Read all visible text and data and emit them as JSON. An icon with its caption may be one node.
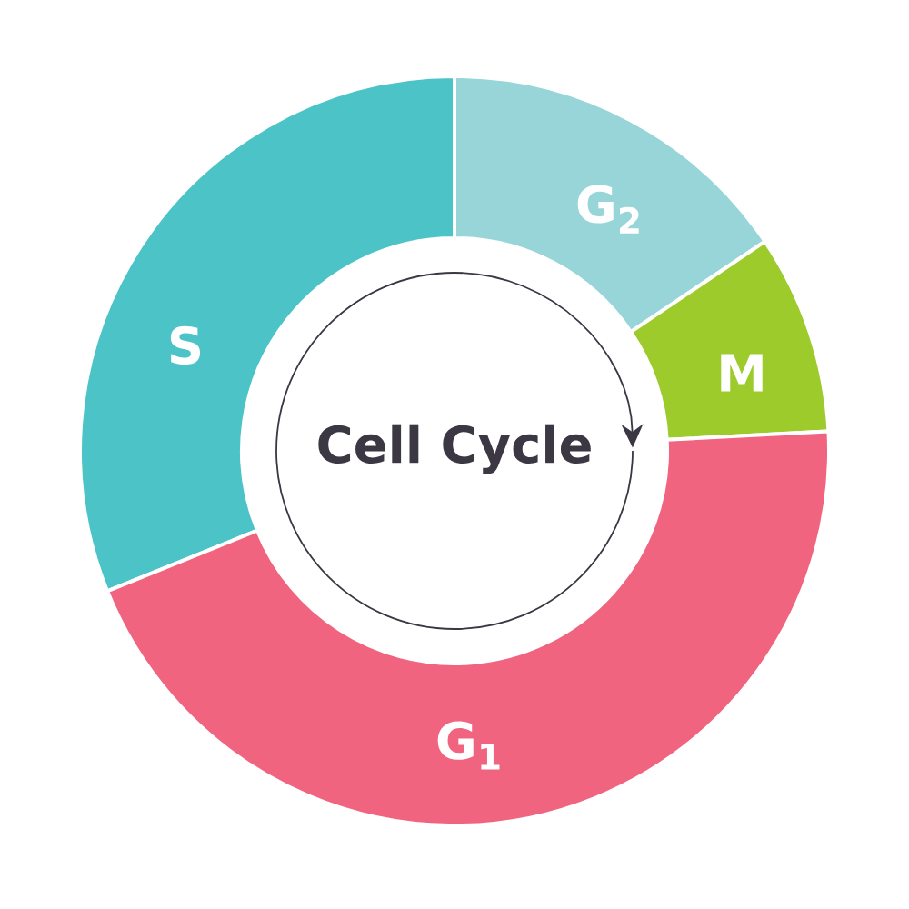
{
  "diagram": {
    "nodes": [
      {
        "text": [
          "G$_{2}$"
        ]
      },
      {
        "text": [
          "S"
        ]
      },
      {
        "text": [
          "M"
        ]
      },
      {
        "text": [
          "Cell Cycle"
        ]
      },
      {
        "text": [
          "G$_{1}$"
        ]
      }
    ]
  }
}
